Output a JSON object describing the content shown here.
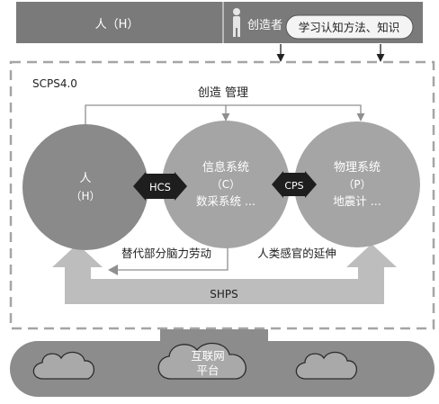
{
  "top_bar": {
    "human_label": "人（H）",
    "creator_label": "创造者",
    "creator_icon": "person-figure-icon",
    "methods_label": "学习认知方法、知识"
  },
  "system": {
    "title": "SCPS4.0",
    "create_manage_label": "创造 管理",
    "human": {
      "label": "人",
      "code": "（H）"
    },
    "info": {
      "label": "信息系统",
      "code": "（C）",
      "sub": "数采系统 ..."
    },
    "physical": {
      "label": "物理系统",
      "code": "（P）",
      "sub": "地震计 ..."
    },
    "hcs_label": "HCS",
    "cps_label": "CPS",
    "replace_labor_label": "替代部分脑力劳动",
    "sense_extension_label": "人类感官的延伸",
    "shps_label": "SHPS"
  },
  "platform": {
    "line1": "互联网",
    "line2": "平台",
    "cloud_icon": "cloud-icon"
  },
  "colors": {
    "top_bar": "#7a7a7a",
    "human_circle": "#8a8a8a",
    "system_circles": "#a5a5a5",
    "arrow_gray": "#bdbdbd",
    "platform_band": "#8c8c8c",
    "cloud_fill": "#a9a9a9",
    "dark_badge": "#1e1e1e"
  }
}
